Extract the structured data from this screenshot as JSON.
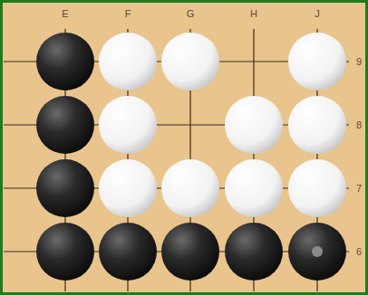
{
  "diagram": {
    "labels": [
      "E",
      "F",
      "G",
      "H",
      "J",
      "9",
      "8",
      "7",
      "6"
    ]
  }
}
